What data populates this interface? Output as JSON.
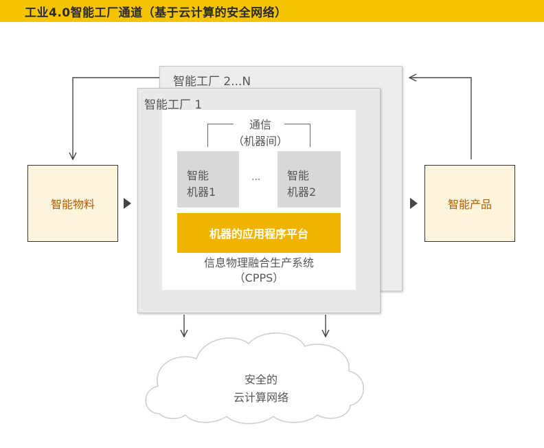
{
  "title": "工业4.0智能工厂通道（基于云计算的安全网络）",
  "factory_back_label": "智能工厂 2...N",
  "factory_front_label": "智能工厂 1",
  "communication": {
    "line1": "通信",
    "line2": "（机器间）"
  },
  "machines": [
    {
      "line1": "智能",
      "line2": "机器1"
    },
    {
      "line1": "智能",
      "line2": "机器2"
    }
  ],
  "machines_ellipsis": "...",
  "platform_label": "机器的应用程序平台",
  "cpps": {
    "line1": "信息物理融合生产系统",
    "line2": "（CPPS）"
  },
  "smart_material_label": "智能物料",
  "smart_product_label": "智能产品",
  "cloud": {
    "line1": "安全的",
    "line2": "云计算网络"
  },
  "colors": {
    "title_bar": "#f5c400",
    "platform": "#f0b400",
    "side_box_fill": "#fdf4dc",
    "side_box_text": "#b55a00",
    "factory_fill": "#e9e9e9",
    "machine_fill": "#d9d9d9"
  }
}
